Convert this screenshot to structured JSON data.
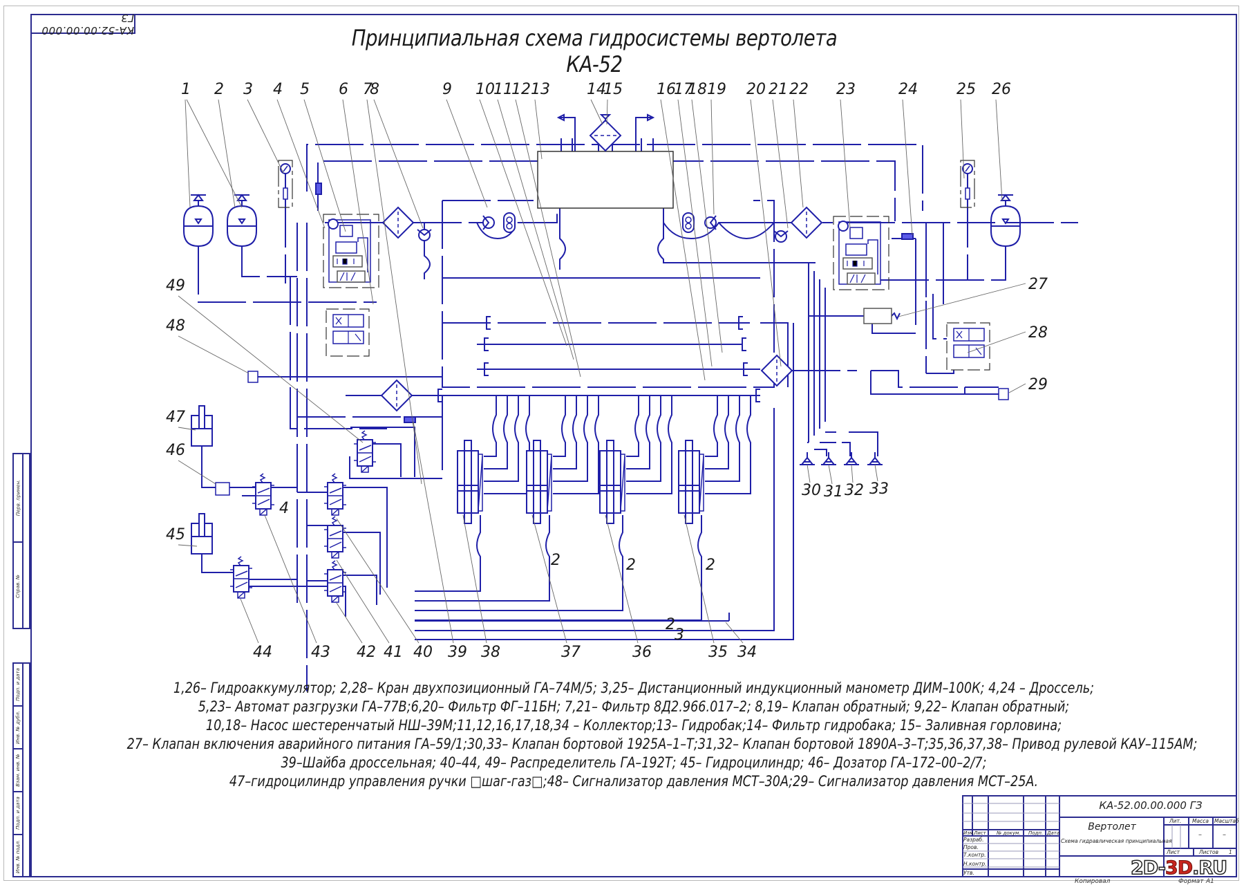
{
  "drawing": {
    "code_rotated": "КА-52.00.00.000 ГЗ",
    "title": "Принципиальная схема гидросистемы  вертолета КА-52",
    "colors": {
      "line": "#1f1fa8",
      "frame": "#2b2b8f",
      "leader": "#555555",
      "text": "#1a1a1a"
    }
  },
  "callouts": {
    "top": [
      "1",
      "2",
      "3",
      "4",
      "5",
      "6",
      "7",
      "8",
      "9",
      "10",
      "11",
      "12",
      "13",
      "14",
      "15",
      "16",
      "17",
      "18",
      "19",
      "20",
      "21",
      "22",
      "23",
      "24",
      "25",
      "26"
    ],
    "right": [
      "27",
      "28",
      "29"
    ],
    "bottom_valves": [
      "30",
      "31",
      "32",
      "33"
    ],
    "left": [
      "49",
      "48",
      "47",
      "46",
      "45"
    ],
    "bottom": [
      "44",
      "43",
      "42",
      "41",
      "40",
      "39",
      "38",
      "37",
      "36",
      "35",
      "34"
    ],
    "inline_marks": {
      "throttle_4": "4",
      "line_2": "2",
      "line_3": "3"
    }
  },
  "legend": {
    "lines": [
      "1,26– Гидроаккумулятор; 2,28– Кран двухпозиционный ГА–74М/5; 3,25– Дистанционный индукционный манометр ДИМ–100К; 4,24 – Дроссель;",
      "5,23– Автомат разгрузки ГА–77В;6,20– Фильтр ФГ–11БН; 7,21– Фильтр 8Д2.966.017–2; 8,19– Клапан обратный; 9,22– Клапан обратный;",
      "10,18– Насос шестеренчатый НШ–39М;11,12,16,17,18,34 – Коллектор;13– Гидробак;14– Фильтр гидробака; 15– Заливная горловина;",
      "27– Клапан включения аварийного питания ГА–59/1;30,33– Клапан бортовой 1925А–1–Т;31,32– Клапан бортовой 1890А–3–Т;35,36,37,38– Привод рулевой КАУ–115АМ;",
      "39–Шайба дроссельная; 40–44, 49– Распределитель ГА–192Т; 45– Гидроцилиндр; 46– Дозатор ГА–172–00–2/7;",
      "47–гидроцилиндр управления ручки □шаг-газ□;48– Сигнализатор давления МСТ–30А;29– Сигнализатор давления МСТ–25А."
    ]
  },
  "left_stamp": {
    "upper": [
      "Перв. примен.",
      "Справ. №"
    ],
    "lower": [
      "Подп. и дата",
      "Инв. № дубл.",
      "Взам. инв. №",
      "Подп. и дата",
      "Инв. № подл."
    ]
  },
  "title_block": {
    "designation": "КА-52.00.00.000 ГЗ",
    "product_name": "Вертолет",
    "document_name": "Схема гидравлическая принципиальная",
    "headers": {
      "izm": "Изм.",
      "list": "Лист",
      "doc_no": "№ докум.",
      "sign": "Подп.",
      "date": "Дата"
    },
    "roles": [
      "Разраб.",
      "Пров.",
      "Т.контр.",
      "",
      "Н.контр.",
      "Утв."
    ],
    "lit_label": "Лит.",
    "mass_label": "Масса",
    "scale_label": "Масштаб",
    "mass_value": "–",
    "scale_value": "–",
    "sheet_label": "Лист",
    "sheets_label": "Листов",
    "sheets_value": "1",
    "copied": "Копировал",
    "format_label": "Формат",
    "format_value": "А1"
  },
  "watermark": {
    "part1": "2D-",
    "part2": "3D",
    "part3": ".RU"
  }
}
